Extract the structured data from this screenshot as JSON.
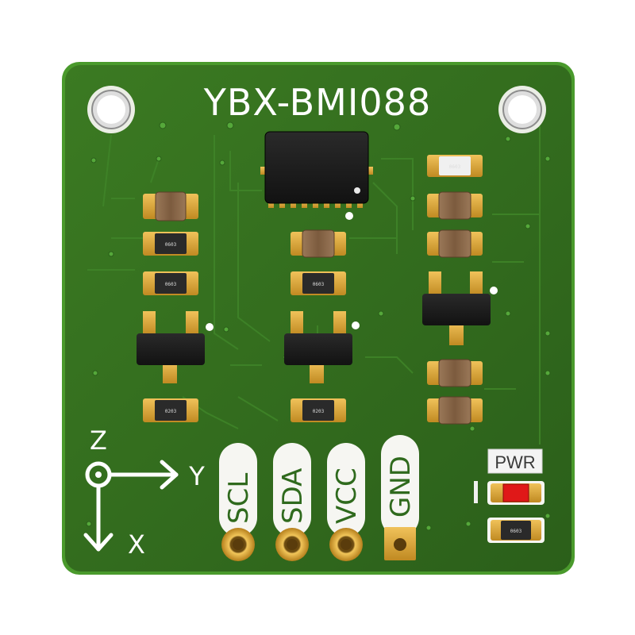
{
  "board": {
    "title": "YBX-BMI088",
    "colors": {
      "pcb": "#2f6a1d",
      "pcb_edge": "#3f8a26",
      "trace": "#3c7f26",
      "silkscreen": "#ffffff",
      "pad_gold": "#d7a53a",
      "ic_black": "#1b1b1b",
      "cap_brown": "#8c6a4c",
      "led_red": "#e01818"
    }
  },
  "axes": {
    "z_label": "Z",
    "y_label": "Y",
    "x_label": "X"
  },
  "pins": [
    {
      "label": "SCL"
    },
    {
      "label": "SDA"
    },
    {
      "label": "VCC"
    },
    {
      "label": "GND"
    }
  ],
  "power": {
    "label": "PWR"
  },
  "component_markings": {
    "resistor_a": "0603",
    "resistor_b": "0603",
    "resistor_c": "0603",
    "resistor_d": "0203",
    "resistor_e": "0203",
    "resistor_f": "0603",
    "resistor_g": "0603"
  }
}
